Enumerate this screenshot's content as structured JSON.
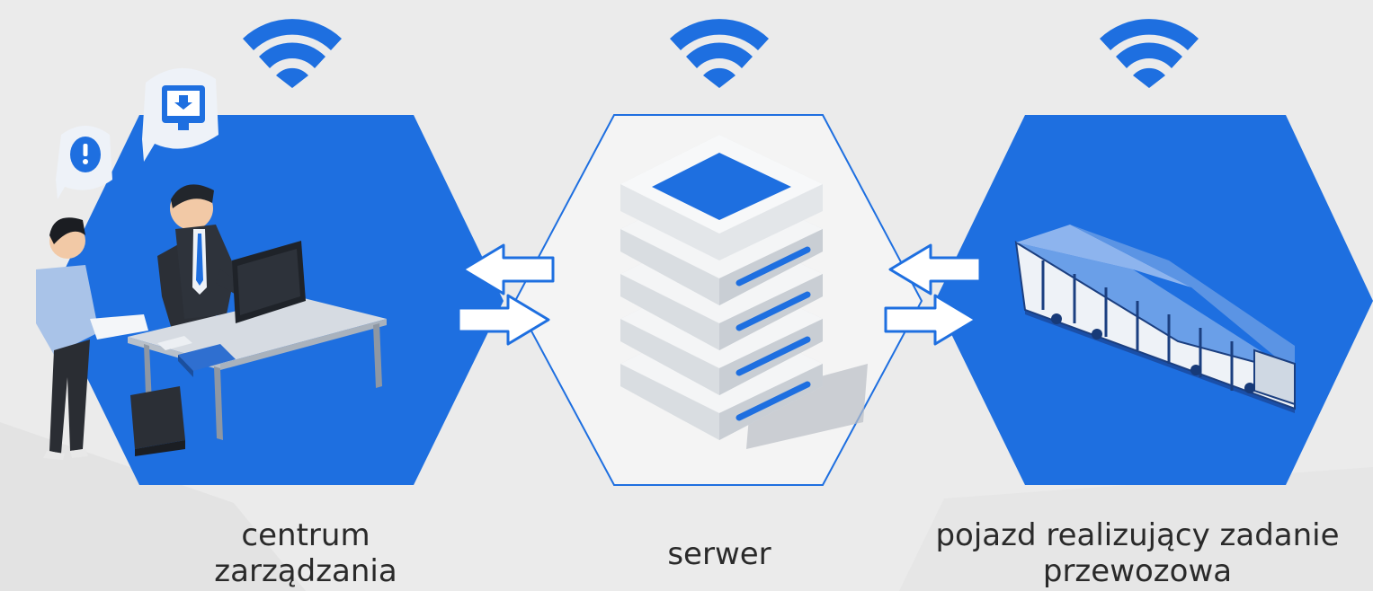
{
  "nodes": [
    {
      "id": "management-center",
      "label_lines": [
        "centrum",
        "zarządzania"
      ],
      "icon": "office-worker-icon"
    },
    {
      "id": "server",
      "label_lines": [
        "serwer"
      ],
      "icon": "server-icon"
    },
    {
      "id": "vehicle",
      "label_lines": [
        "pojazd realizujący zadanie",
        "przewozowa"
      ],
      "icon": "tram-icon"
    }
  ],
  "colors": {
    "accent_blue": "#1e6fe0",
    "background": "#ebebeb",
    "server_hex_fill": "#f4f4f4",
    "label_text": "#2a2a2a"
  }
}
